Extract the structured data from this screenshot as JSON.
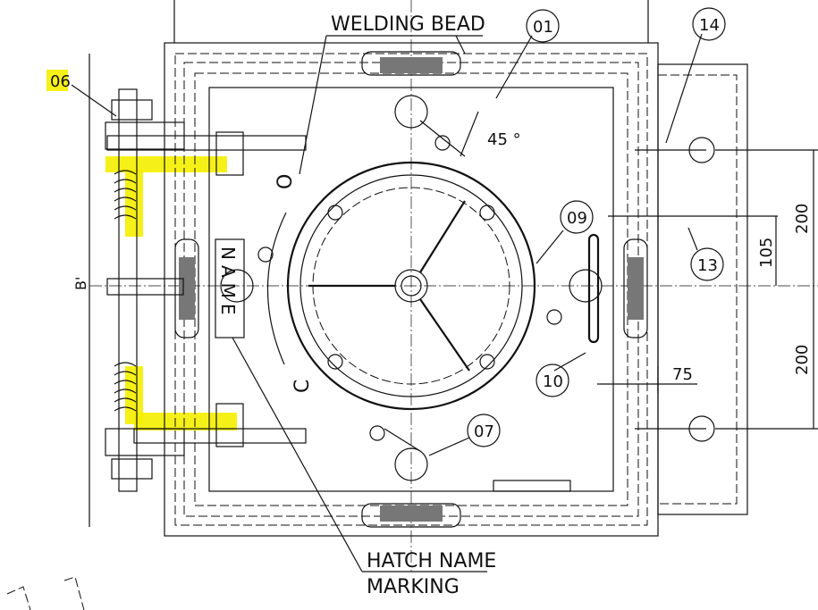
{
  "labels": {
    "welding_bead": "WELDING BEAD",
    "hatch_name": "HATCH NAME",
    "marking": "MARKING",
    "name_plate": "NAME",
    "open": "O",
    "close": "C",
    "b_prime": "B'",
    "angle": "45 °"
  },
  "balloons": [
    "01",
    "14",
    "06",
    "09",
    "13",
    "10",
    "07"
  ],
  "dimensions": {
    "d200_top": "200",
    "d105": "105",
    "d200_bottom": "200",
    "d75": "75"
  },
  "colors": {
    "line": "#111111",
    "highlight": "#f5ee00"
  }
}
